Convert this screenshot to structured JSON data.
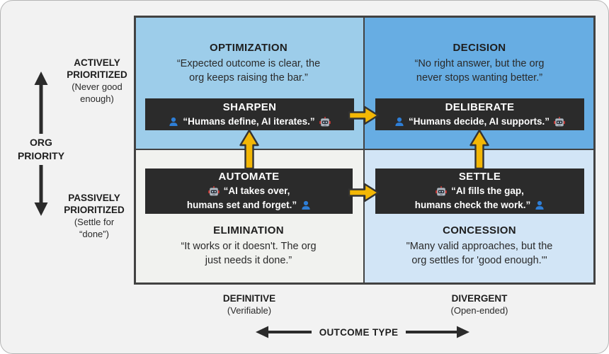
{
  "axes": {
    "y": {
      "title": [
        "ORG",
        "PRIORITY"
      ],
      "top_label": [
        "ACTIVELY",
        "PRIORITIZED"
      ],
      "top_note": [
        "(Never good",
        "enough)"
      ],
      "bottom_label": [
        "PASSIVELY",
        "PRIORITIZED"
      ],
      "bottom_note": [
        "(Settle for",
        "“done”)"
      ]
    },
    "x": {
      "title": "OUTCOME TYPE",
      "left_label": "DEFINITIVE",
      "left_note": "(Verifiable)",
      "right_label": "DIVERGENT",
      "right_note": "(Open-ended)"
    }
  },
  "quadrants": {
    "top_left": {
      "title": "OPTIMIZATION",
      "quote": [
        "“Expected outcome is clear, the",
        "org keeps raising the bar.”"
      ],
      "box": {
        "title": "SHARPEN",
        "quote": "“Humans define, AI iterates.”",
        "lead_icon": "human",
        "trail_icon": "robot"
      }
    },
    "top_right": {
      "title": "DECISION",
      "quote": [
        "“No right answer, but the org",
        "never stops wanting better.”"
      ],
      "box": {
        "title": "DELIBERATE",
        "quote": "“Humans decide, AI supports.”",
        "lead_icon": "human",
        "trail_icon": "robot"
      }
    },
    "bottom_left": {
      "title": "ELIMINATION",
      "quote": [
        "“It works or it doesn't. The org",
        "just needs it done.”"
      ],
      "box": {
        "title": "AUTOMATE",
        "quote_line1": "“AI takes over,",
        "quote_line2": "humans set and forget.”",
        "lead_icon": "robot",
        "trail_icon": "human"
      }
    },
    "bottom_right": {
      "title": "CONCESSION",
      "quote": [
        "\"Many valid approaches, but the",
        "org settles for 'good enough.'\""
      ],
      "box": {
        "title": "SETTLE",
        "quote_line1": "“AI fills the gap,",
        "quote_line2": "humans check the work.”",
        "lead_icon": "robot",
        "trail_icon": "human"
      }
    }
  },
  "icons": {
    "human": "person-bust-silhouette",
    "robot": "robot-face"
  },
  "colors": {
    "background": "#f2f2f2",
    "grid_line": "#424242",
    "quadrant_optimization_bg": "#9dcdea",
    "quadrant_decision_bg": "#67ade3",
    "quadrant_elimination_bg": "#f1f2ef",
    "quadrant_concession_bg": "#d2e5f6",
    "action_box_bg": "#2b2b2b",
    "action_box_text": "#ffffff",
    "flow_arrow_fill": "#f3b705",
    "flow_arrow_outline": "#333333",
    "axis_arrow": "#2b2b2b",
    "human_icon_color": "#2e7ed6",
    "robot_icon_head": "#aeb6bf",
    "robot_icon_accent": "#d03a36"
  }
}
